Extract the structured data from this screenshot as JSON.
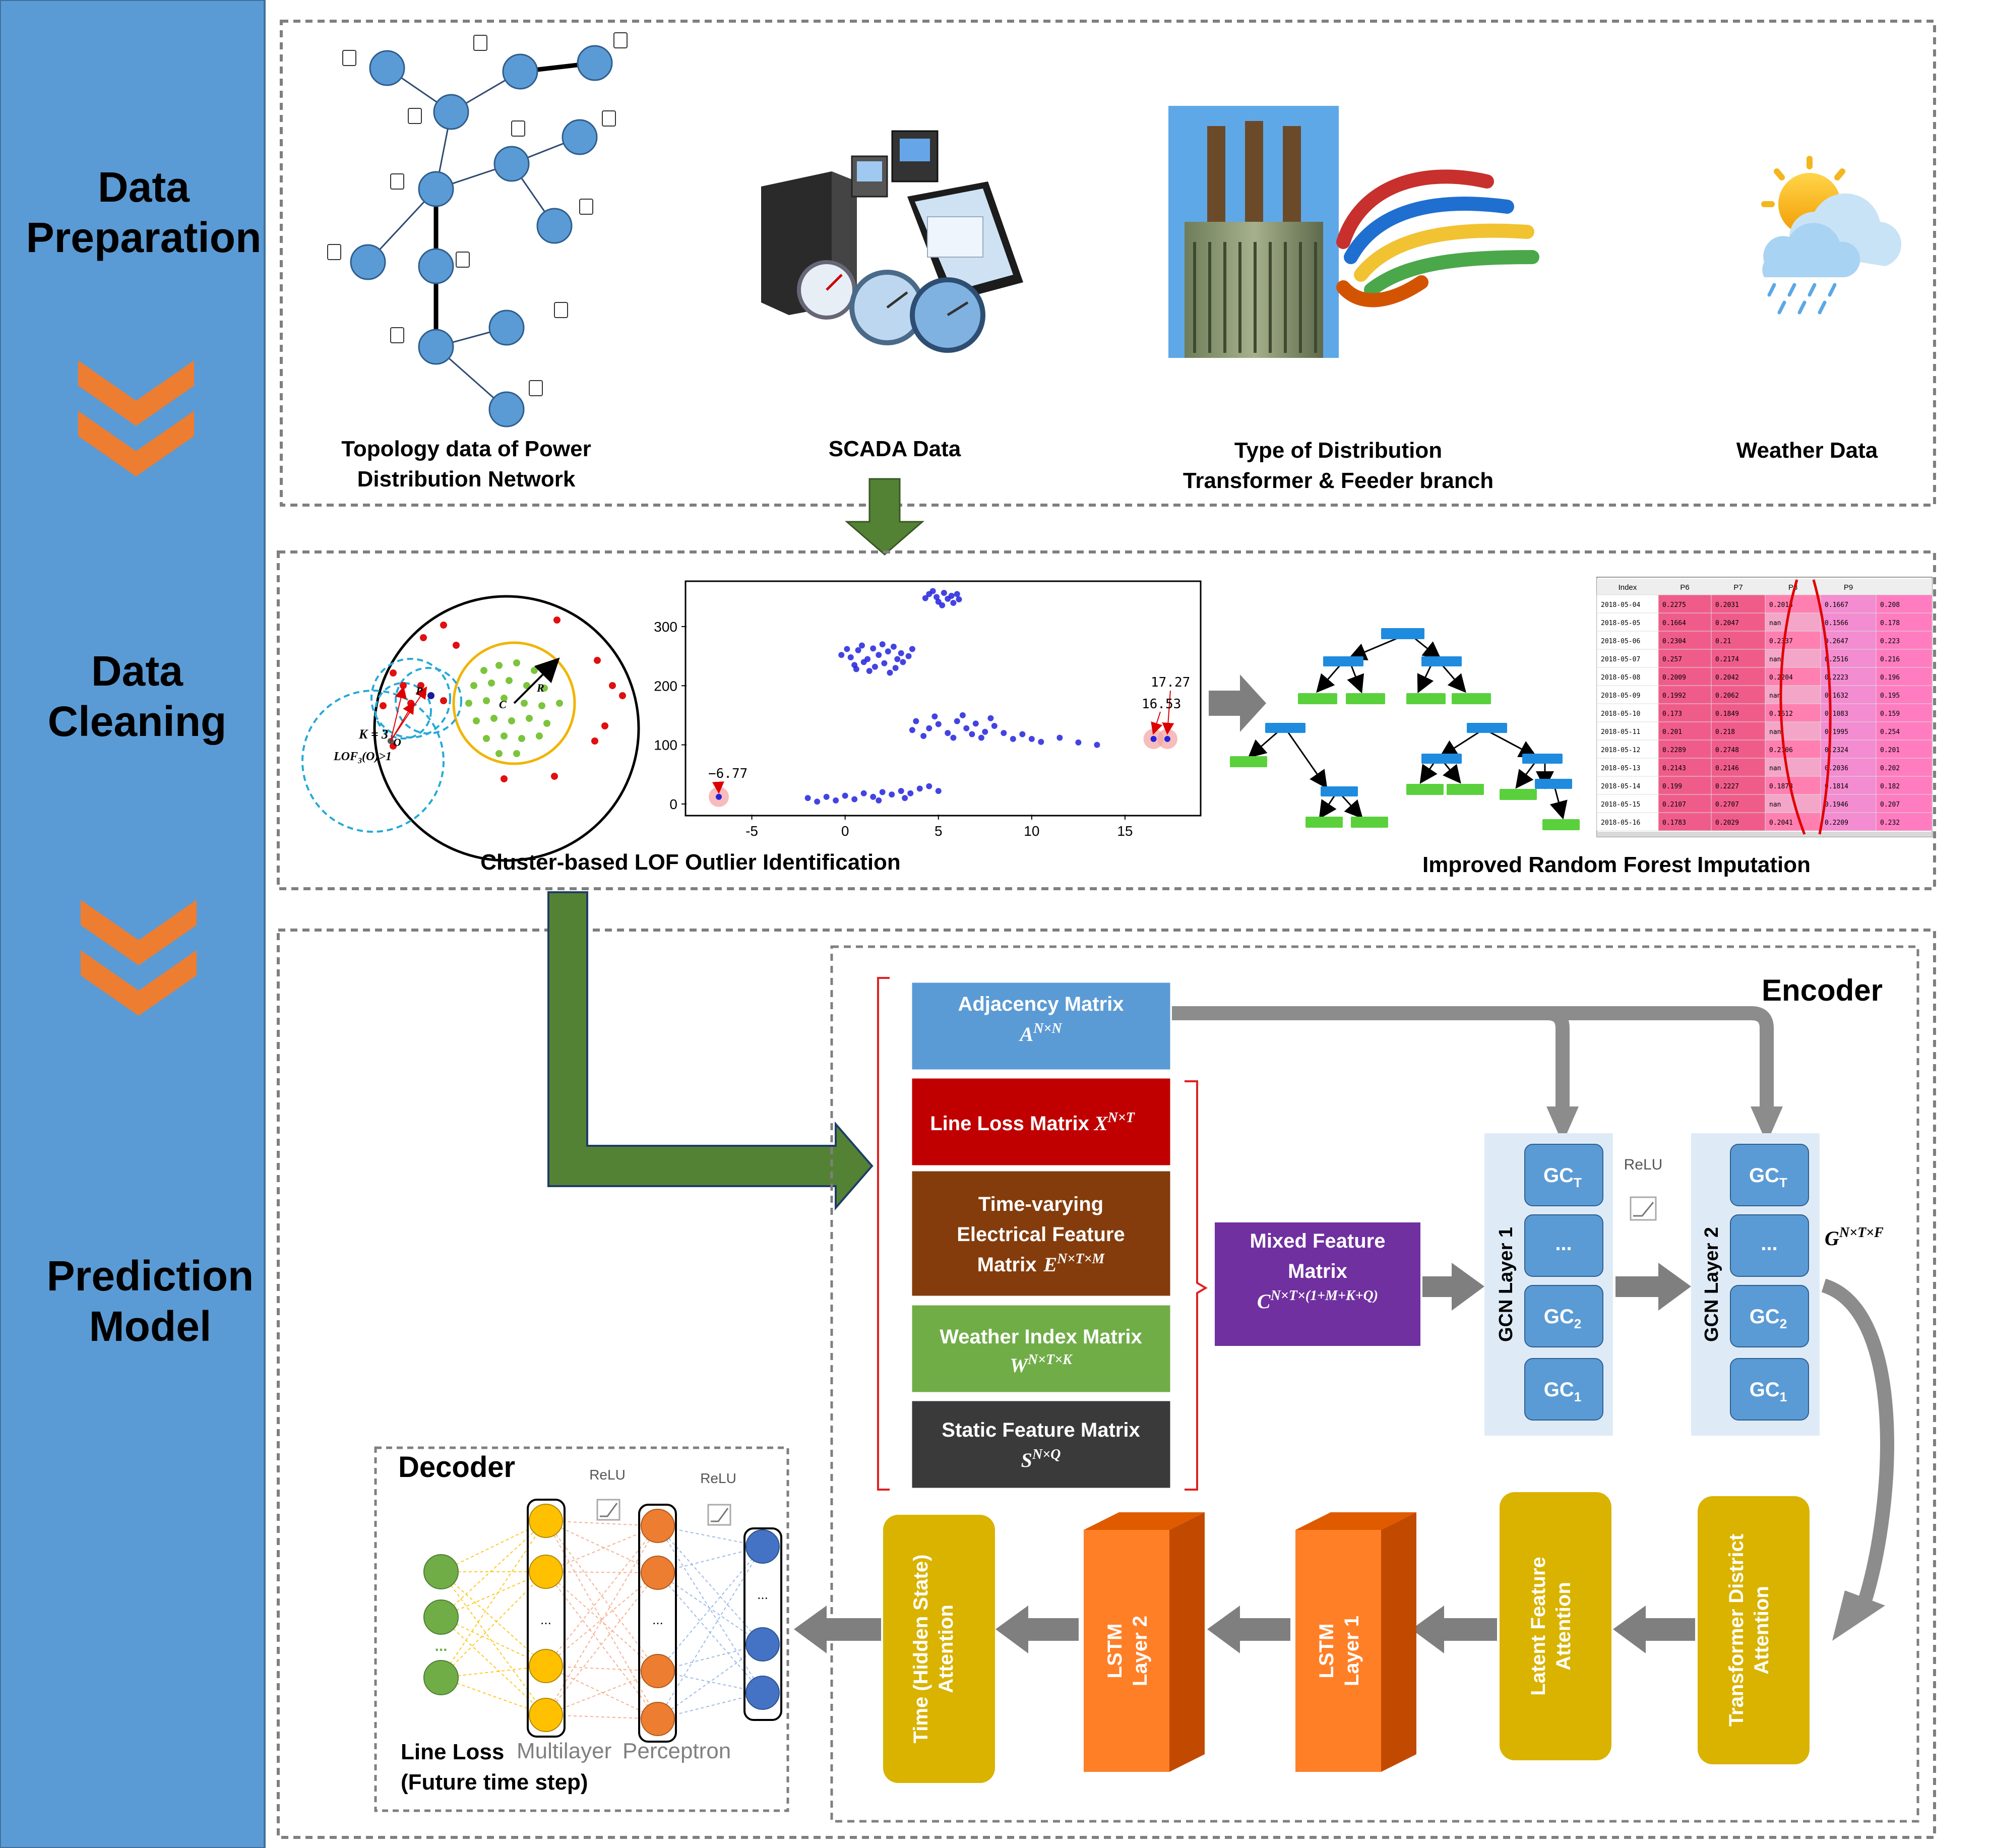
{
  "stages": {
    "prep_line1": "Data",
    "prep_line2": "Preparation",
    "clean_line1": "Data",
    "clean_line2": "Cleaning",
    "pred_line1": "Prediction",
    "pred_line2": "Model"
  },
  "prep": {
    "topology_caption_1": "Topology data of Power",
    "topology_caption_2": "Distribution Network",
    "scada_caption": "SCADA Data",
    "transformer_caption_1": "Type of Distribution",
    "transformer_caption_2": "Transformer & Feeder branch",
    "weather_caption": "Weather Data"
  },
  "cleaning": {
    "lof_caption": "Cluster-based LOF Outlier Identification",
    "rf_caption": "Improved Random Forest Imputation",
    "lof_label_k": "K = 3",
    "lof_label_lof": "LOF",
    "lof_label_lof_sub": "3",
    "lof_label_lof_rest": "(O)>1",
    "lof_label_o": "O",
    "lof_label_p": "P",
    "lof_label_c": "C",
    "lof_label_r": "R",
    "scatter_annot_1": "−6.77",
    "scatter_annot_2": "16.53",
    "scatter_annot_3": "17.27",
    "table": {
      "headers": [
        "Index",
        "P6",
        "P7",
        "P8",
        "P9",
        ""
      ],
      "rows": [
        [
          "2018-05-04",
          "0.2275",
          "0.2031",
          "0.2013",
          "0.1667",
          "0.208"
        ],
        [
          "2018-05-05",
          "0.1664",
          "0.2047",
          "nan",
          "0.1566",
          "0.178"
        ],
        [
          "2018-05-06",
          "0.2304",
          "0.21",
          "0.2337",
          "0.2647",
          "0.223"
        ],
        [
          "2018-05-07",
          "0.257",
          "0.2174",
          "nan",
          "0.2516",
          "0.216"
        ],
        [
          "2018-05-08",
          "0.2009",
          "0.2042",
          "0.2204",
          "0.2223",
          "0.196"
        ],
        [
          "2018-05-09",
          "0.1992",
          "0.2062",
          "nan",
          "0.1632",
          "0.195"
        ],
        [
          "2018-05-10",
          "0.173",
          "0.1849",
          "0.1612",
          "0.1083",
          "0.159"
        ],
        [
          "2018-05-11",
          "0.201",
          "0.218",
          "nan",
          "0.1995",
          "0.254"
        ],
        [
          "2018-05-12",
          "0.2289",
          "0.2748",
          "0.2106",
          "0.2324",
          "0.201"
        ],
        [
          "2018-05-13",
          "0.2143",
          "0.2146",
          "nan",
          "0.2036",
          "0.202"
        ],
        [
          "2018-05-14",
          "0.199",
          "0.2227",
          "0.1878",
          "0.1814",
          "0.182"
        ],
        [
          "2018-05-15",
          "0.2107",
          "0.2707",
          "nan",
          "0.1946",
          "0.207"
        ],
        [
          "2018-05-16",
          "0.1783",
          "0.2029",
          "0.2041",
          "0.2209",
          "0.232"
        ]
      ]
    }
  },
  "chart_data": {
    "type": "scatter",
    "x_ticks": [
      -5,
      0,
      5,
      10,
      15
    ],
    "y_ticks": [
      0,
      100,
      200,
      300
    ],
    "xlim": [
      -8.5,
      19
    ],
    "ylim": [
      -18,
      375
    ],
    "series": [
      {
        "points": [
          [
            4.5,
            355
          ],
          [
            4.9,
            350
          ],
          [
            5.3,
            357
          ],
          [
            5.7,
            352
          ],
          [
            6.1,
            346
          ],
          [
            5.0,
            342
          ],
          [
            5.5,
            347
          ],
          [
            4.7,
            360
          ],
          [
            6.0,
            355
          ],
          [
            5.8,
            340
          ],
          [
            4.3,
            348
          ],
          [
            5.2,
            336
          ],
          [
            -0.2,
            252
          ],
          [
            0.3,
            248
          ],
          [
            0.7,
            260
          ],
          [
            1.2,
            245
          ],
          [
            1.8,
            252
          ],
          [
            2.3,
            258
          ],
          [
            2.8,
            245
          ],
          [
            3.4,
            250
          ],
          [
            0.5,
            235
          ],
          [
            1.0,
            240
          ],
          [
            1.6,
            232
          ],
          [
            2.1,
            238
          ],
          [
            2.7,
            230
          ],
          [
            3.1,
            240
          ],
          [
            0.1,
            262
          ],
          [
            0.9,
            268
          ],
          [
            1.5,
            263
          ],
          [
            2.0,
            270
          ],
          [
            2.6,
            266
          ],
          [
            3.6,
            262
          ],
          [
            1.3,
            225
          ],
          [
            2.4,
            222
          ],
          [
            0.6,
            228
          ],
          [
            3.0,
            255
          ],
          [
            3.8,
            140
          ],
          [
            4.5,
            128
          ],
          [
            5.0,
            135
          ],
          [
            5.5,
            120
          ],
          [
            6.0,
            140
          ],
          [
            6.5,
            128
          ],
          [
            7.0,
            136
          ],
          [
            7.5,
            122
          ],
          [
            8.0,
            132
          ],
          [
            4.2,
            115
          ],
          [
            4.8,
            148
          ],
          [
            5.8,
            112
          ],
          [
            6.8,
            118
          ],
          [
            7.8,
            145
          ],
          [
            8.5,
            120
          ],
          [
            9.0,
            110
          ],
          [
            9.5,
            118
          ],
          [
            10.0,
            110
          ],
          [
            10.5,
            105
          ],
          [
            11.5,
            112
          ],
          [
            12.5,
            104
          ],
          [
            13.5,
            100
          ],
          [
            3.6,
            125
          ],
          [
            6.3,
            150
          ],
          [
            7.3,
            112
          ],
          [
            -2.0,
            10
          ],
          [
            -1.5,
            4
          ],
          [
            -1.0,
            12
          ],
          [
            -0.5,
            6
          ],
          [
            0.0,
            14
          ],
          [
            0.5,
            8
          ],
          [
            1.0,
            18
          ],
          [
            1.5,
            12
          ],
          [
            2.0,
            20
          ],
          [
            2.5,
            16
          ],
          [
            3.0,
            22
          ],
          [
            3.5,
            18
          ],
          [
            4.0,
            26
          ],
          [
            4.5,
            30
          ],
          [
            5.0,
            22
          ],
          [
            1.8,
            6
          ],
          [
            3.2,
            10
          ]
        ]
      },
      {
        "name": "",
        "points": [
          [
            -6.77,
            12
          ],
          [
            16.53,
            110
          ],
          [
            17.27,
            110
          ]
        ]
      }
    ]
  },
  "encoder": {
    "title": "Encoder",
    "adjacency": {
      "label": "Adjacency Matrix",
      "sym": "A",
      "sup": "N×N"
    },
    "lineloss": {
      "label": "Line Loss Matrix",
      "sym": "X",
      "sup": "N×T"
    },
    "timevarying": {
      "line1": "Time-varying",
      "line2": "Electrical Feature",
      "line3": "Matrix",
      "sym": "E",
      "sup": "N×T×M"
    },
    "weather": {
      "label": "Weather Index Matrix",
      "sym": "W",
      "sup": "N×T×K"
    },
    "static": {
      "label": "Static Feature Matrix",
      "sym": "S",
      "sup": "N×Q"
    },
    "mixed": {
      "line1": "Mixed Feature",
      "line2": "Matrix",
      "sym": "C",
      "sup": "N×T×(1+M+K+Q)"
    },
    "gcn1_label": "GCN Layer 1",
    "gcn2_label": "GCN Layer 2",
    "gc_t": "GC",
    "gc_t_sub": "T",
    "gc_dots": "...",
    "gc_2_sub": "2",
    "gc_1_sub": "1",
    "relu": "ReLU",
    "g_sym": "G",
    "g_sup": "N×T×F",
    "transformer_attention_1": "Transformer District",
    "transformer_attention_2": "Attention",
    "latent_attention_1": "Latent Feature",
    "latent_attention_2": "Attention",
    "lstm1_1": "LSTM",
    "lstm1_2": "Layer 1",
    "lstm2_1": "LSTM",
    "lstm2_2": "Layer 2",
    "time_attention_1": "Time (Hidden State)",
    "time_attention_2": "Attention"
  },
  "decoder": {
    "title": "Decoder",
    "relu1": "ReLU",
    "relu2": "ReLU",
    "mlp_1": "Multilayer",
    "mlp_2": "Perceptron",
    "out_1": "Line Loss",
    "out_2": "(Future time step)",
    "dots": "..."
  },
  "colors": {
    "sidebar": "#5b9bd5",
    "chevron": "#ed7d31",
    "green_arrow": "#548235",
    "adjacency": "#5b9bd5",
    "lineloss": "#c00000",
    "timevarying": "#843c0c",
    "weather": "#70ad47",
    "static": "#3a3a3a",
    "mixed": "#7030a0",
    "gc_box": "#5b9bd5",
    "gcn_panel": "#deebf7",
    "attention": "#d9b300",
    "lstm_front": "#ff7f27",
    "lstm_top": "#e05a00",
    "grey_arrow": "#7f7f7f"
  }
}
